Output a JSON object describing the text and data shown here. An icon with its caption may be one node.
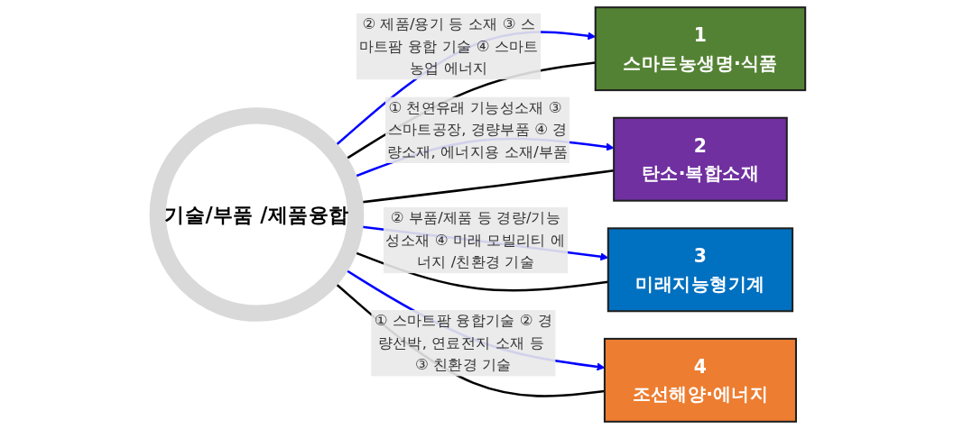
{
  "diagram": {
    "nodes": [
      {
        "text": [
          "기술/부품 /제품융합"
        ]
      },
      {
        "text": [
          "1",
          "스마트농생명·식품"
        ]
      },
      {
        "text": [
          "2",
          "탄소·복합소재"
        ]
      },
      {
        "text": [
          "3",
          "미래지능형기계"
        ]
      },
      {
        "text": [
          "4",
          "조선해양·에너지"
        ]
      }
    ],
    "edges": [
      {
        "from": 1,
        "to": 0,
        "arrow": "to"
      },
      {
        "from": 2,
        "to": 0,
        "arrow": "to"
      },
      {
        "from": 3,
        "to": 0,
        "arrow": "to"
      },
      {
        "from": 4,
        "to": 0,
        "arrow": "to"
      },
      {
        "from": 0,
        "to": 1,
        "arrow": "to",
        "color": "#0000ff",
        "label": "② 제품/용기 등 소재 ③ 스마트팜 융합 기술 ④ 스마트농업 에너지"
      },
      {
        "from": 0,
        "to": 2,
        "arrow": "to",
        "color": "#0000ff",
        "label": "① 천연유래 기능성소재 ③ 스마트공장, 경량부품 ④ 경량소재, 에너지용 소재/부품"
      },
      {
        "from": 0,
        "to": 3,
        "arrow": "to",
        "color": "#0000ff",
        "label": "② 부품/제품 등 경량/기능성소재 ④ 미래 모빌리티 에너지 /친환경 기술"
      },
      {
        "from": 0,
        "to": 4,
        "arrow": "to",
        "color": "#0000ff",
        "label": "① 스마트팜 융합기술 ② 경량선박, 연료전지 소재 등 ③ 친환경 기술"
      }
    ]
  }
}
